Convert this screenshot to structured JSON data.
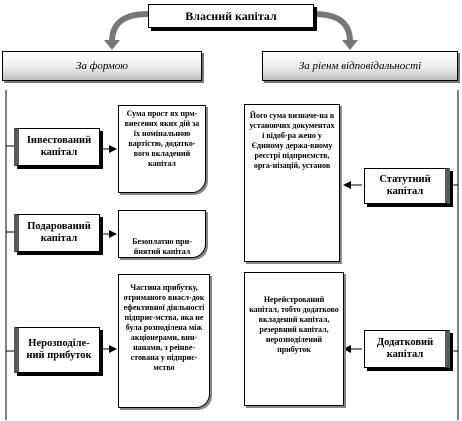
{
  "title": "Власний капітал",
  "headers": {
    "left": "За формою",
    "right": "За ріенм відповідальності"
  },
  "left_items": [
    {
      "label": "Інвестований капітал",
      "note": "Сума прост ях прм-внесених яких дій за їх номінальною вартістю, додатко-вого вкладений капітал"
    },
    {
      "label": "Подарований капітал",
      "note": "Безоплатно при-йнятий капітал"
    },
    {
      "label": "Нерозподіле-ний прибуток",
      "note": "Частина прибутку, отриманого внасл-док ефективної діяльності підприє-мства, яка не була розподілена між акціонерами, вин-нанами, з реінве-стована у підприє-мство"
    }
  ],
  "right_items": [
    {
      "label": "Статутний капітал",
      "note": "Його сума визначе-на в установчих документах і відоб-ра жено у Єдиному держа-вному реєстрі підприємств, орга-нізацій, установ"
    },
    {
      "label": "Додатковий капітал",
      "note": "Нерейстрований капітал, тобто додатково вкладений капітал, резервний капітал, нерозподілений прибуток"
    }
  ],
  "colors": {
    "band_dark": "#bdbdbd",
    "accent": "#5a5a5a"
  }
}
